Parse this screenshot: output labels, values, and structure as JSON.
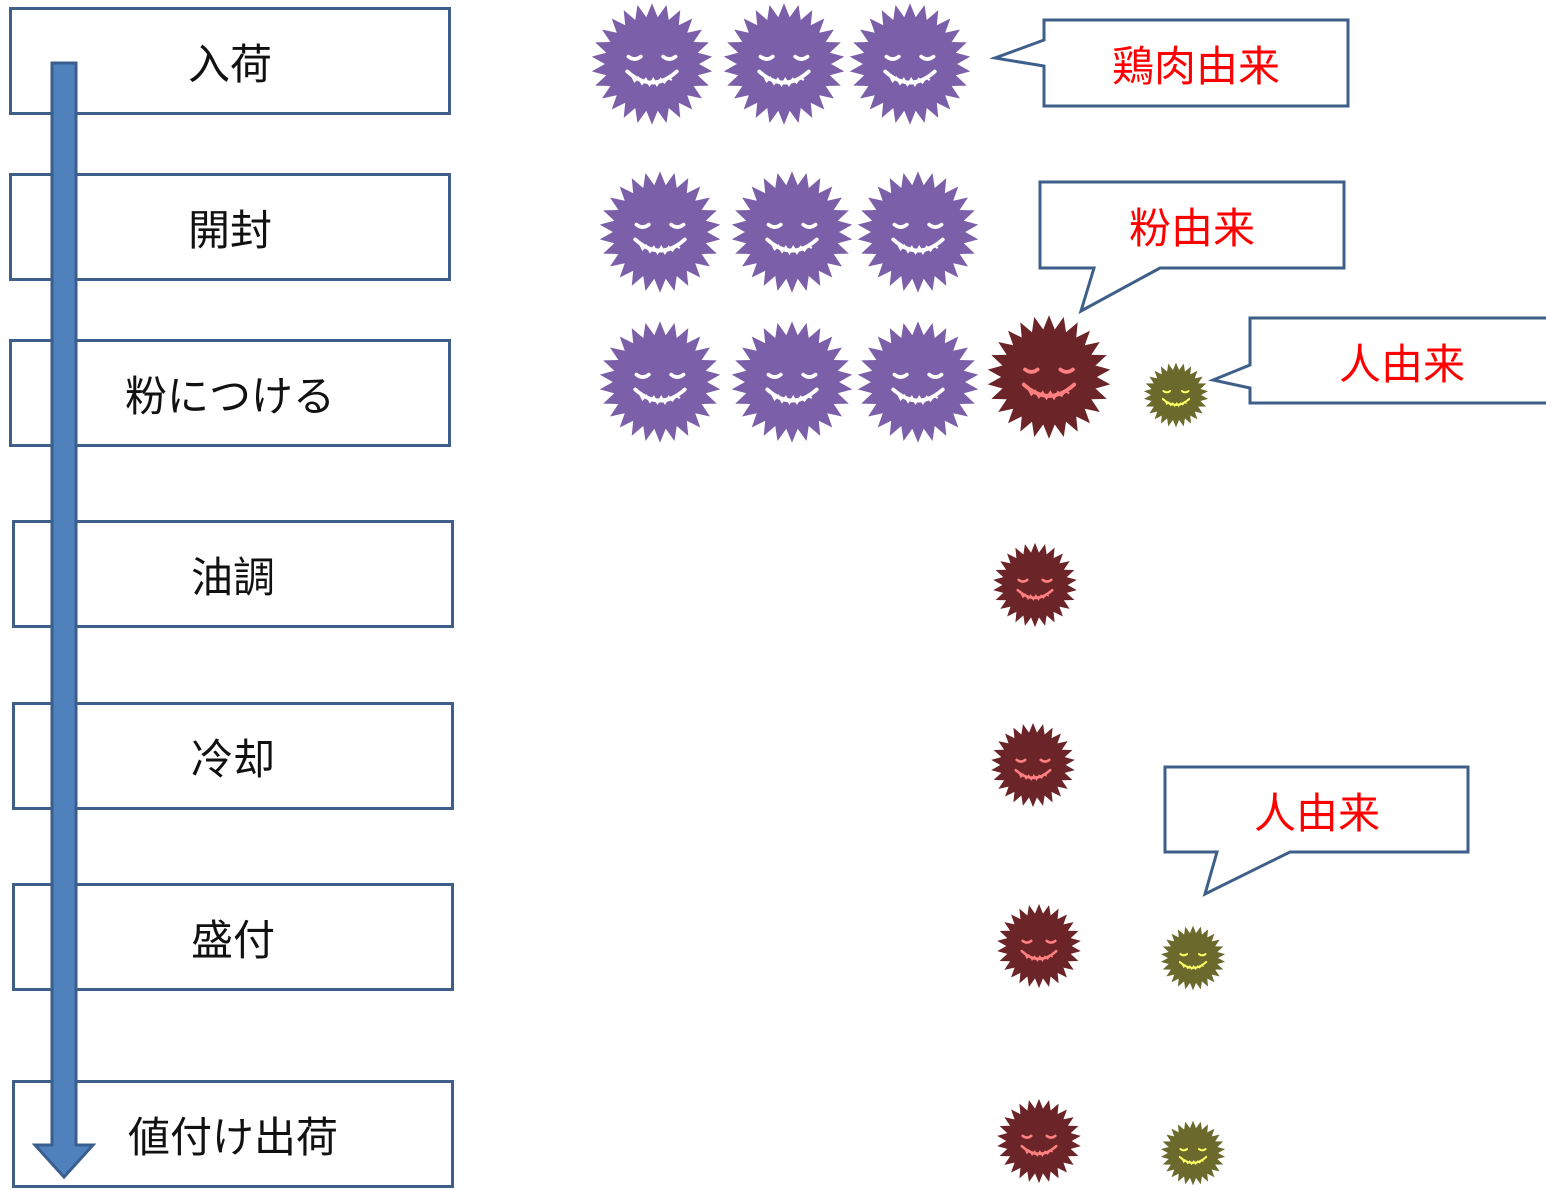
{
  "steps": [
    "入荷",
    "開封",
    "粉につける",
    "油調",
    "冷却",
    "盛付",
    "値付け出荷"
  ],
  "callouts": {
    "chicken": "鶏肉由来",
    "flour": "粉由来",
    "human1": "人由来",
    "human2": "人由来"
  },
  "colors": {
    "box_border": "#3e5f8a",
    "arrow_fill": "#4f81bd",
    "callout_text": "#ff0000",
    "germ_purple": "#7b5fa8",
    "germ_red": "#6b2427",
    "germ_olive": "#6b6a2c"
  },
  "icons": [
    "purple-germ-icon",
    "dark-red-germ-icon",
    "olive-germ-icon"
  ]
}
